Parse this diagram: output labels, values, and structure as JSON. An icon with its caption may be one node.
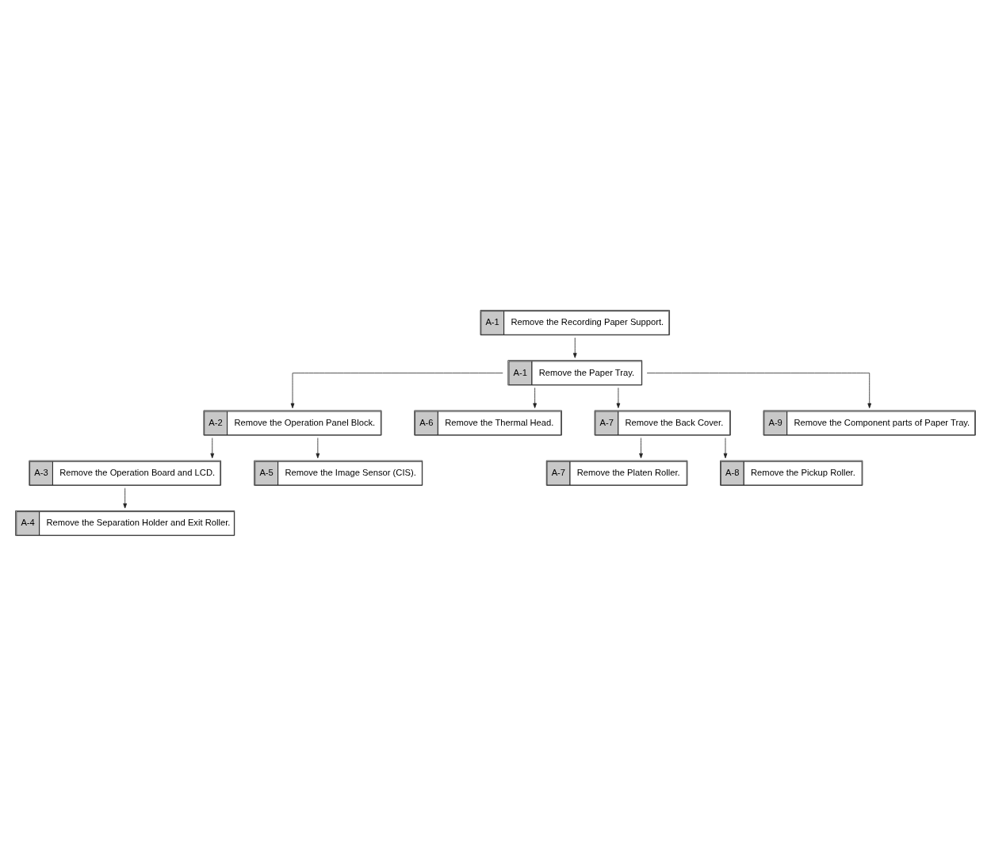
{
  "diagram": {
    "nodes": [
      {
        "text": [
          "A-1",
          "Remove the Recording Paper Support."
        ]
      },
      {
        "text": [
          "A-1",
          "Remove the Paper Tray."
        ]
      },
      {
        "text": [
          "A-2",
          "Remove the Operation Panel Block."
        ]
      },
      {
        "text": [
          "A-3",
          "Remove the Operation Board and LCD."
        ]
      },
      {
        "text": [
          "A-4",
          "Remove the Separation Holder and Exit Roller."
        ]
      },
      {
        "text": [
          "A-5",
          "Remove the Image Sensor (CIS)."
        ]
      },
      {
        "text": [
          "A-6",
          "Remove the Thermal Head."
        ]
      },
      {
        "text": [
          "A-7",
          "Remove the Back Cover."
        ]
      },
      {
        "text": [
          "A-7",
          "Remove the Platen Roller."
        ]
      },
      {
        "text": [
          "A-8",
          "Remove the Pickup Roller."
        ]
      },
      {
        "text": [
          "A-9",
          "Remove the Component parts of Paper Tray."
        ]
      }
    ],
    "edges": [
      {
        "from": 0,
        "to": 1,
        "arrow": "to"
      },
      {
        "from": 1,
        "to": 2,
        "arrow": "to"
      },
      {
        "from": 1,
        "to": 6,
        "arrow": "to"
      },
      {
        "from": 1,
        "to": 7,
        "arrow": "to"
      },
      {
        "from": 1,
        "to": 10,
        "arrow": "to"
      },
      {
        "from": 2,
        "to": 3,
        "arrow": "to"
      },
      {
        "from": 2,
        "to": 5,
        "arrow": "to"
      },
      {
        "from": 3,
        "to": 4,
        "arrow": "to"
      },
      {
        "from": 7,
        "to": 8,
        "arrow": "to"
      },
      {
        "from": 7,
        "to": 9,
        "arrow": "to"
      }
    ]
  }
}
